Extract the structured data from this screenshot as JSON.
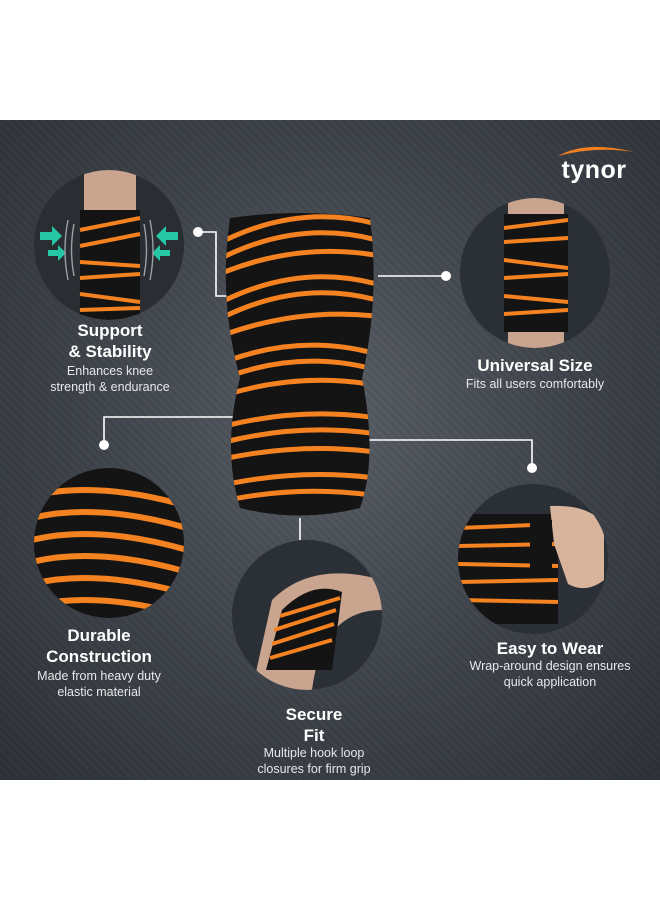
{
  "brand": {
    "name": "tynor",
    "color": "#f07f1f"
  },
  "colors": {
    "band_orange": "#f58220",
    "band_black": "#141414",
    "panel_bg": "#454a51",
    "arrow_teal": "#25c7a4"
  },
  "features": {
    "support": {
      "title_line1": "Support",
      "title_line2": "& Stability",
      "desc_line1": "Enhances knee",
      "desc_line2": "strength & endurance",
      "icon": "compression-arrows-icon"
    },
    "universal": {
      "title": "Universal Size",
      "desc": "Fits all users comfortably"
    },
    "durable": {
      "title_line1": "Durable",
      "title_line2": "Construction",
      "desc_line1": "Made from heavy duty",
      "desc_line2": "elastic material"
    },
    "easy": {
      "title": "Easy to Wear",
      "desc_line1": "Wrap-around design ensures",
      "desc_line2": "quick application"
    },
    "secure": {
      "title_line1": "Secure",
      "title_line2": "Fit",
      "desc_line1": "Multiple hook loop",
      "desc_line2": "closures for firm grip"
    }
  }
}
